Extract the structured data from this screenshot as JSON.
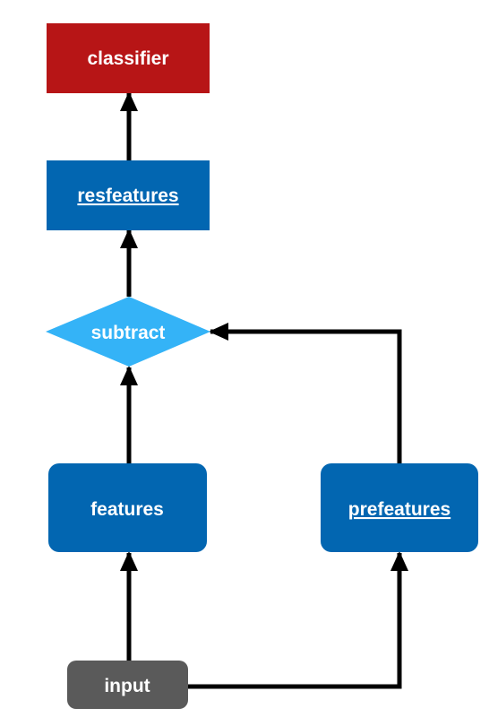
{
  "nodes": {
    "classifier": {
      "label": "classifier",
      "color": "#b71516"
    },
    "resfeatures": {
      "label": "resfeatures",
      "color": "#0266b1"
    },
    "subtract": {
      "label": "subtract",
      "color": "#34b3f7"
    },
    "features": {
      "label": "features",
      "color": "#0266b1"
    },
    "prefeatures": {
      "label": "prefeatures",
      "color": "#0266b1"
    },
    "input": {
      "label": "input",
      "color": "#5a5a5a"
    }
  },
  "edges": [
    {
      "from": "input",
      "to": "features"
    },
    {
      "from": "input",
      "to": "prefeatures"
    },
    {
      "from": "features",
      "to": "subtract"
    },
    {
      "from": "prefeatures",
      "to": "subtract"
    },
    {
      "from": "subtract",
      "to": "resfeatures"
    },
    {
      "from": "resfeatures",
      "to": "classifier"
    }
  ],
  "edge_color": "#000000"
}
